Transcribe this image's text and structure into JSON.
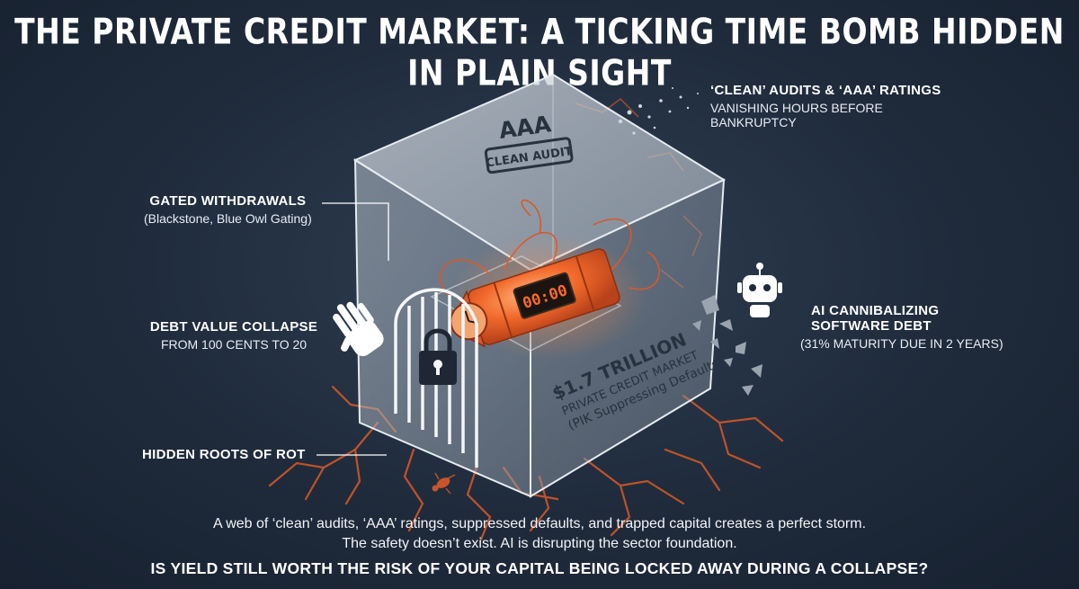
{
  "title": "THE PRIVATE CREDIT MARKET: A TICKING TIME BOMB HIDDEN IN PLAIN SIGHT",
  "cube": {
    "rating_text": "AAA",
    "stamp_text": "CLEAN AUDIT",
    "timer_display": "00:00",
    "market_size": "$1.7 TRILLION",
    "market_name": "PRIVATE CREDIT MARKET",
    "market_note": "(PIK Suppressing Defaults)"
  },
  "callouts": {
    "audits": {
      "heading": "‘CLEAN’ AUDITS & ‘AAA’ RATINGS",
      "line1": "VANISHING HOURS BEFORE",
      "line2": "BANKRUPTCY"
    },
    "withdrawals": {
      "heading": "GATED WITHDRAWALS",
      "sub": "(Blackstone, Blue Owl Gating)"
    },
    "debt": {
      "heading": "DEBT VALUE COLLAPSE",
      "sub": "FROM 100 CENTS TO 20"
    },
    "roots": {
      "heading": "HIDDEN ROOTS OF ROT"
    },
    "ai": {
      "heading1": "AI CANNIBALIZING",
      "heading2": "SOFTWARE DEBT",
      "sub": "(31% MATURITY DUE IN 2 YEARS)"
    }
  },
  "footer": {
    "line1": "A web of ‘clean’ audits, ‘AAA’ ratings, suppressed defaults, and trapped capital creates a perfect storm.",
    "line2": "The safety doesn’t exist. AI is disrupting the sector foundation.",
    "question": "IS YIELD STILL WORTH THE RISK OF YOUR CAPITAL BEING LOCKED AWAY DURING A COLLAPSE?"
  },
  "colors": {
    "background": "#1f2b3b",
    "accent": "#e8642c",
    "crack": "#c8552a",
    "cube_glass": "#b9c2cc"
  }
}
